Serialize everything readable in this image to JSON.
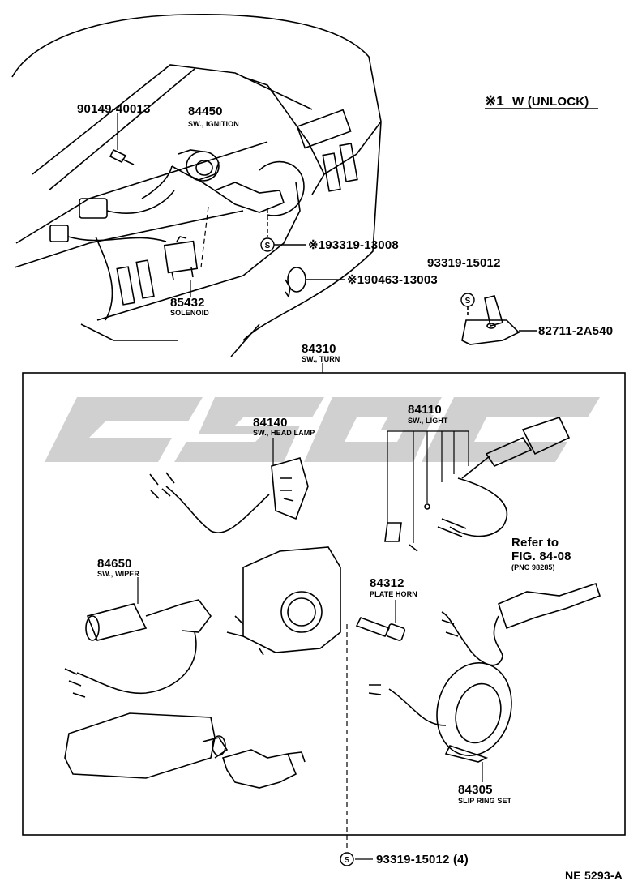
{
  "document_code": "NE 5293-A",
  "watermark_text": "CSGC",
  "note": {
    "symbol": "※1",
    "text": "W (UNLOCK)"
  },
  "symbols": {
    "screw_marker": "S"
  },
  "parts": {
    "bolt_90149": {
      "number": "90149-40013"
    },
    "ignition_switch": {
      "number": "84450",
      "name": "SW., IGNITION"
    },
    "solenoid": {
      "number": "85432",
      "name": "SOLENOID"
    },
    "screw_193319": {
      "number": "※193319-13008"
    },
    "ring_190463": {
      "number": "※190463-13003"
    },
    "screw_93319_top": {
      "number": "93319-15012"
    },
    "bracket_82711": {
      "number": "82711-2A540"
    },
    "turn_switch": {
      "number": "84310",
      "name": "SW., TURN"
    },
    "head_lamp_switch": {
      "number": "84140",
      "name": "SW., HEAD LAMP"
    },
    "light_switch": {
      "number": "84110",
      "name": "SW., LIGHT"
    },
    "wiper_switch": {
      "number": "84650",
      "name": "SW., WIPER"
    },
    "plate_horn": {
      "number": "84312",
      "name": "PLATE HORN"
    },
    "slip_ring": {
      "number": "84305",
      "name": "SLIP RING SET"
    },
    "screw_93319_bottom": {
      "number": "93319-15012 (4)"
    }
  },
  "reference": {
    "line1": "Refer to",
    "line2": "FIG. 84-08",
    "line3": "(PNC 98285)"
  }
}
